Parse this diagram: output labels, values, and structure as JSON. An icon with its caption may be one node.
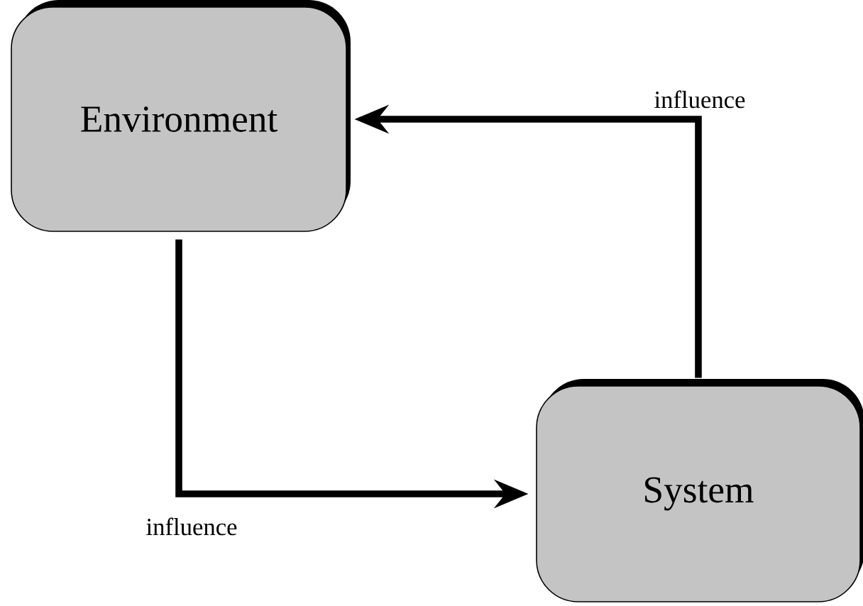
{
  "diagram": {
    "nodes": [
      {
        "text": [
          "Environment"
        ]
      },
      {
        "text": [
          "System"
        ]
      }
    ],
    "edges": [
      {
        "from": 0,
        "to": 1,
        "arrow": "to",
        "label": "influence"
      },
      {
        "from": 1,
        "to": 0,
        "arrow": "to",
        "label": "influence"
      }
    ]
  }
}
